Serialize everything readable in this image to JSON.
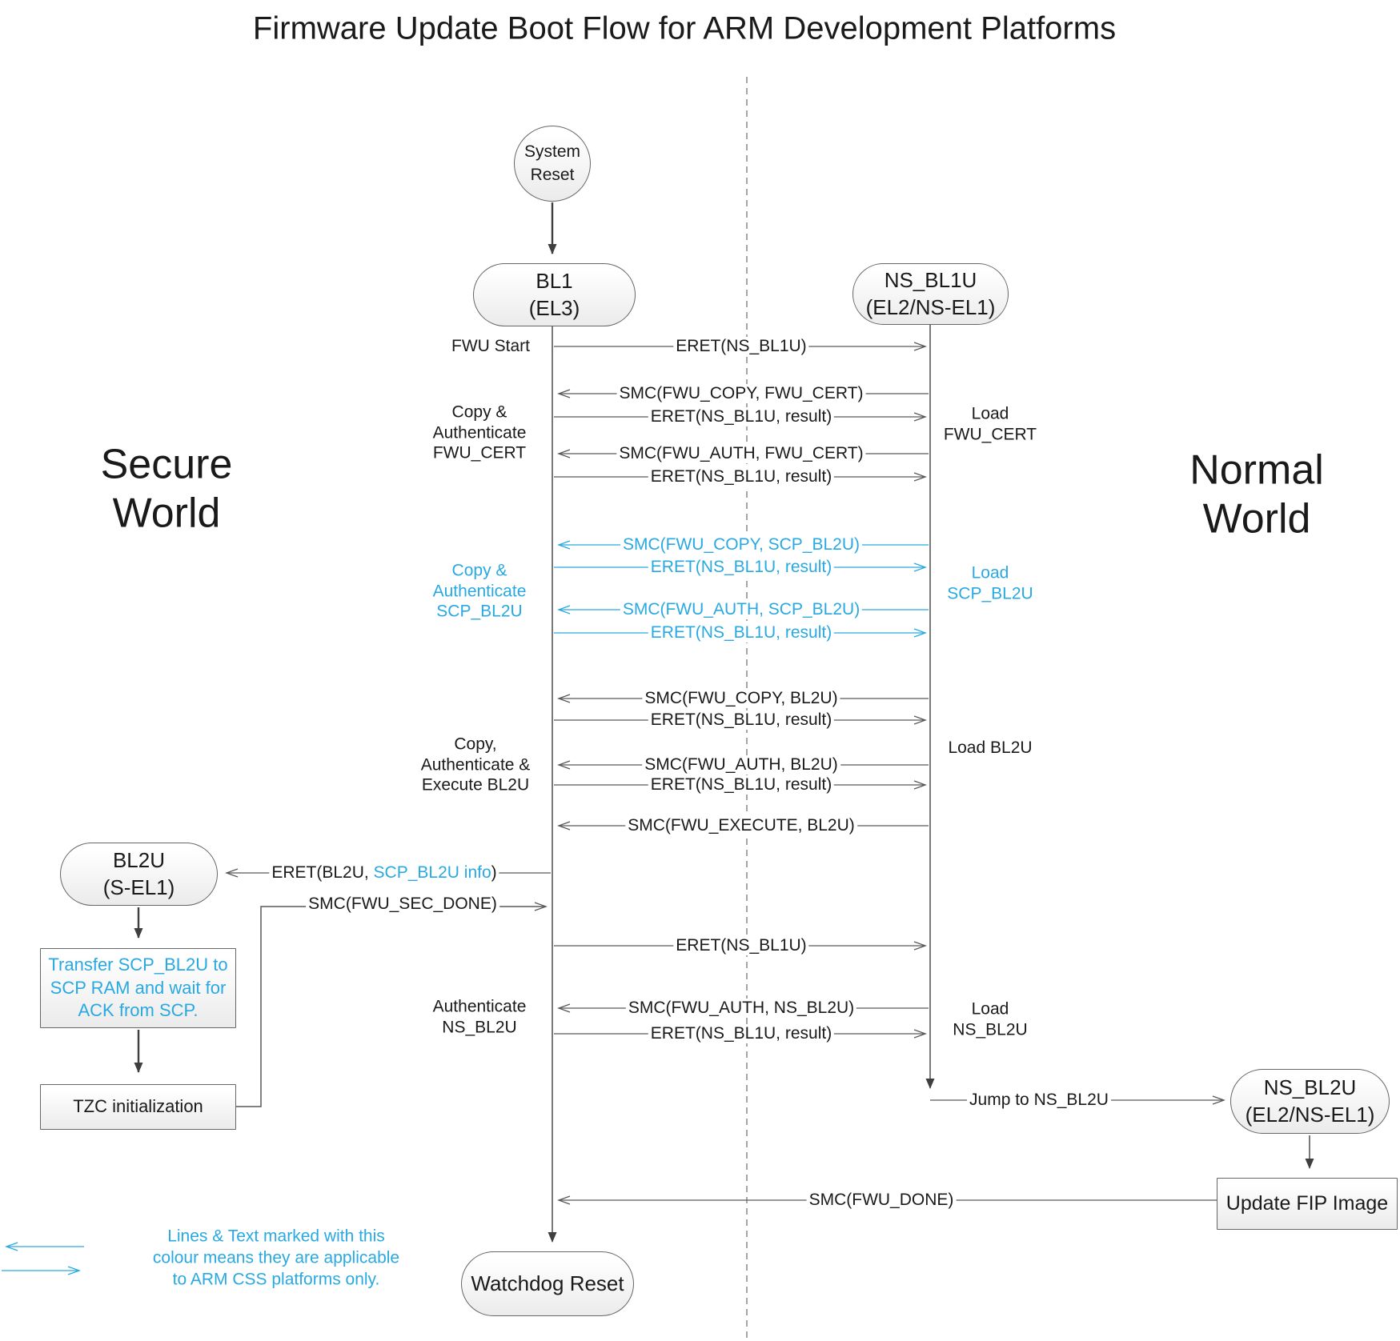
{
  "title": "Firmware Update Boot Flow for ARM Development Platforms",
  "colors": {
    "accent_blue": "#29A9E1",
    "line_gray": "#595959"
  },
  "worlds": {
    "secure": "Secure\nWorld",
    "normal": "Normal\nWorld"
  },
  "nodes": {
    "system_reset": "System\nReset",
    "bl1": "BL1\n(EL3)",
    "ns_bl1u": "NS_BL1U\n(EL2/NS-EL1)",
    "bl2u": "BL2U\n(S-EL1)",
    "transfer_scp": "Transfer SCP_BL2U to\nSCP RAM and wait for\nACK from SCP.",
    "tzc": "TZC initialization",
    "ns_bl2u": "NS_BL2U\n(EL2/NS-EL1)",
    "update_fip": "Update FIP Image",
    "watchdog": "Watchdog Reset"
  },
  "stage_labels": {
    "fwu_start": "FWU Start",
    "copy_auth_fwu_cert": "Copy &\nAuthenticate\nFWU_CERT",
    "load_fwu_cert": "Load\nFWU_CERT",
    "copy_auth_scp_bl2u": "Copy &\nAuthenticate\nSCP_BL2U",
    "load_scp_bl2u": "Load\nSCP_BL2U",
    "copy_auth_exec_bl2u": "Copy,\nAuthenticate &\nExecute BL2U",
    "load_bl2u": "Load BL2U",
    "auth_ns_bl2u": "Authenticate\nNS_BL2U",
    "load_ns_bl2u": "Load\nNS_BL2U"
  },
  "messages": [
    {
      "text": "ERET(NS_BL1U)"
    },
    {
      "text": "SMC(FWU_COPY, FWU_CERT)"
    },
    {
      "text": "ERET(NS_BL1U, result)"
    },
    {
      "text": "SMC(FWU_AUTH, FWU_CERT)"
    },
    {
      "text": "ERET(NS_BL1U, result)"
    },
    {
      "text": "SMC(FWU_COPY, SCP_BL2U)"
    },
    {
      "text": "ERET(NS_BL1U, result)"
    },
    {
      "text": "SMC(FWU_AUTH, SCP_BL2U)"
    },
    {
      "text": "ERET(NS_BL1U, result)"
    },
    {
      "text": "SMC(FWU_COPY, BL2U)"
    },
    {
      "text": "ERET(NS_BL1U, result)"
    },
    {
      "text": "SMC(FWU_AUTH, BL2U)"
    },
    {
      "text": "ERET(NS_BL1U, result)"
    },
    {
      "text": "SMC(FWU_EXECUTE, BL2U)"
    },
    {
      "prefix": "ERET(BL2U, ",
      "highlight": "SCP_BL2U info",
      "suffix": ")"
    },
    {
      "text": "SMC(FWU_SEC_DONE)"
    },
    {
      "text": "ERET(NS_BL1U)"
    },
    {
      "text": "SMC(FWU_AUTH, NS_BL2U)"
    },
    {
      "text": "ERET(NS_BL1U, result)"
    },
    {
      "text": "Jump to NS_BL2U"
    },
    {
      "text": "SMC(FWU_DONE)"
    }
  ],
  "legend": {
    "text": "Lines & Text marked with this\ncolour means they are applicable\nto ARM CSS platforms only."
  }
}
